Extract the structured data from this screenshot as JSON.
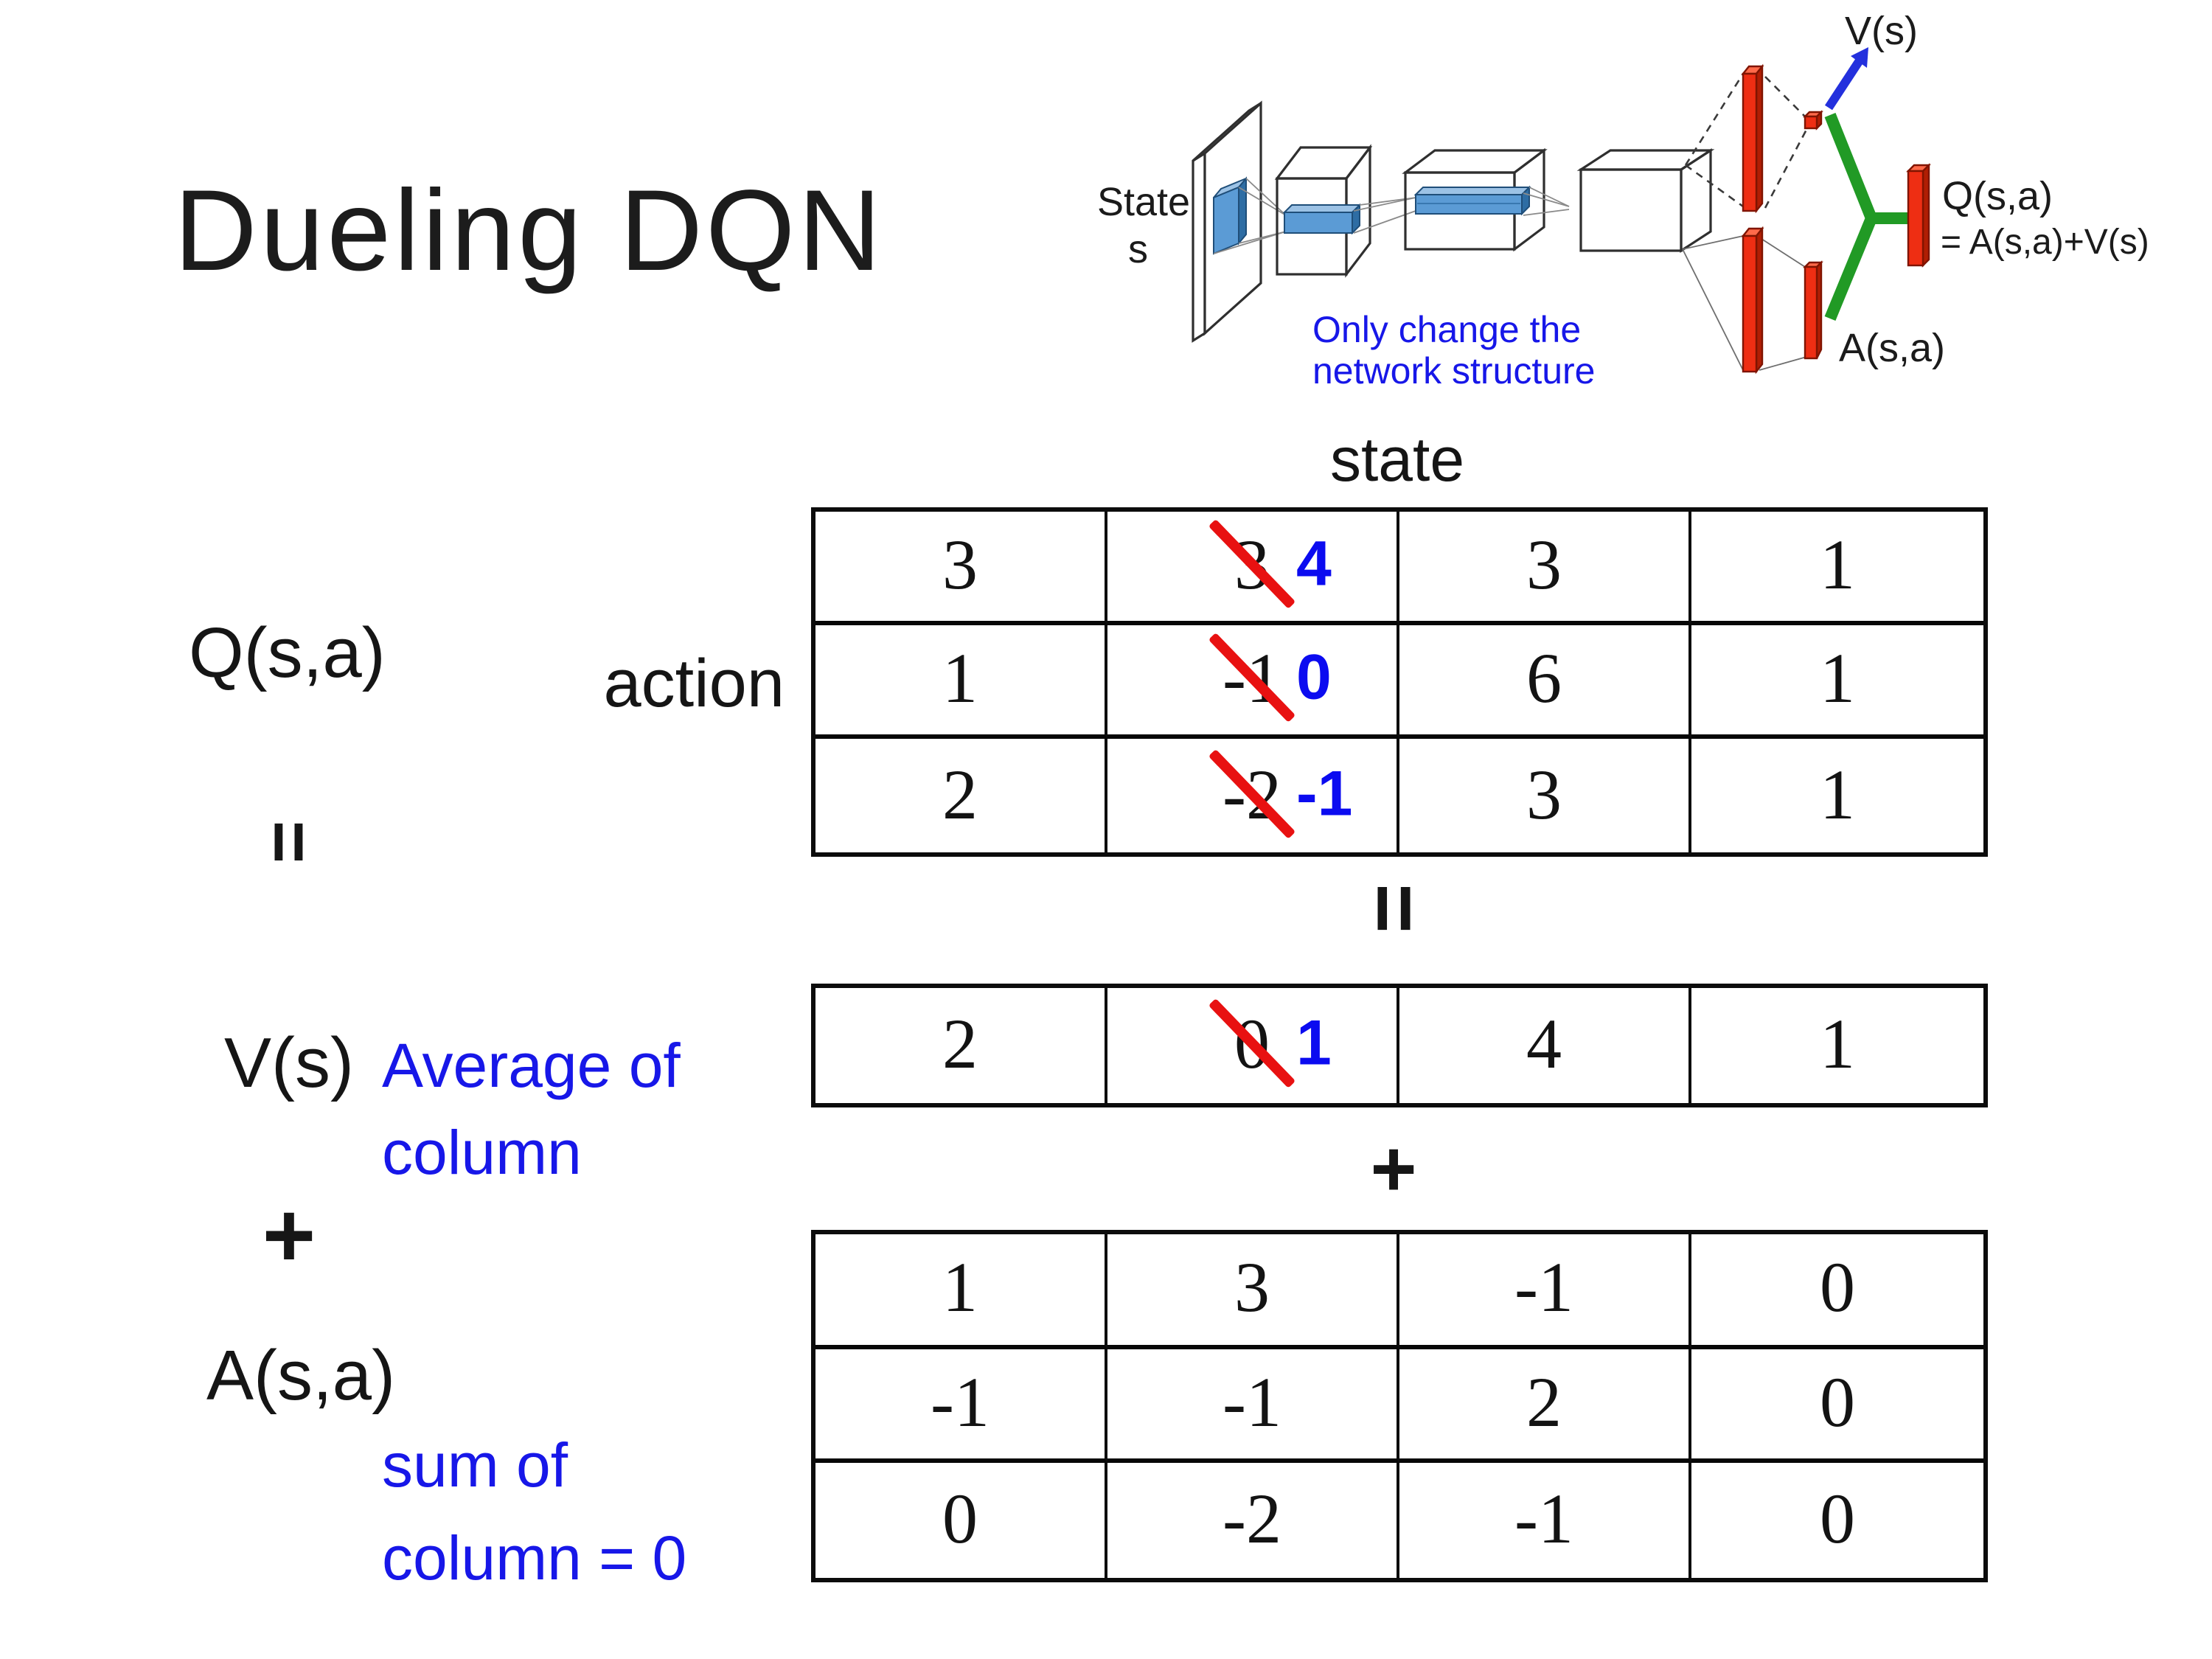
{
  "slide": {
    "title": "Dueling DQN"
  },
  "network_diagram": {
    "input_label": {
      "line1": "State",
      "line2": "s"
    },
    "note": {
      "line1": "Only change the",
      "line2": "network structure"
    },
    "v_output_label": "V(s)",
    "q_output_label": {
      "line1": "Q(s,a)",
      "line2": "= A(s,a)+V(s)"
    },
    "a_output_label": "A(s,a)",
    "colors": {
      "feature_blue": "#5b9bd5",
      "feature_blue_top": "#9cc2e5",
      "feature_blue_side": "#2e6da4",
      "fc_red": "#ee2e13",
      "fc_red_dark": "#801400",
      "merge_green": "#219a25",
      "arrow_blue": "#2330dd",
      "note_blue": "#1717e8"
    }
  },
  "decomposition": {
    "state_axis_label": "state",
    "action_axis_label": "action",
    "q_label": "Q(s,a)",
    "v_label": "V(s)",
    "a_label": "A(s,a)",
    "equals_symbol": "=",
    "plus_symbol": "+",
    "v_note": {
      "line1": "Average of",
      "line2": "column"
    },
    "a_note": {
      "line1": "sum of",
      "line2": "column = 0"
    },
    "colors": {
      "new_value_blue": "#0b0bf0",
      "strike_red": "#e81111",
      "note_blue": "#1717e8"
    },
    "q_matrix": {
      "rows": [
        {
          "cells": [
            {
              "value": "3"
            },
            {
              "old": "3",
              "new": "4"
            },
            {
              "value": "3"
            },
            {
              "value": "1"
            }
          ]
        },
        {
          "cells": [
            {
              "value": "1"
            },
            {
              "old": "-1",
              "new": "0"
            },
            {
              "value": "6"
            },
            {
              "value": "1"
            }
          ]
        },
        {
          "cells": [
            {
              "value": "2"
            },
            {
              "old": "-2",
              "new": "-1"
            },
            {
              "value": "3"
            },
            {
              "value": "1"
            }
          ]
        }
      ]
    },
    "v_vector": {
      "cells": [
        {
          "value": "2"
        },
        {
          "old": "0",
          "new": "1"
        },
        {
          "value": "4"
        },
        {
          "value": "1"
        }
      ]
    },
    "a_matrix": {
      "rows": [
        {
          "cells": [
            {
              "value": "1"
            },
            {
              "value": "3"
            },
            {
              "value": "-1"
            },
            {
              "value": "0"
            }
          ]
        },
        {
          "cells": [
            {
              "value": "-1"
            },
            {
              "value": "-1"
            },
            {
              "value": "2"
            },
            {
              "value": "0"
            }
          ]
        },
        {
          "cells": [
            {
              "value": "0"
            },
            {
              "value": "-2"
            },
            {
              "value": "-1"
            },
            {
              "value": "0"
            }
          ]
        }
      ]
    }
  }
}
